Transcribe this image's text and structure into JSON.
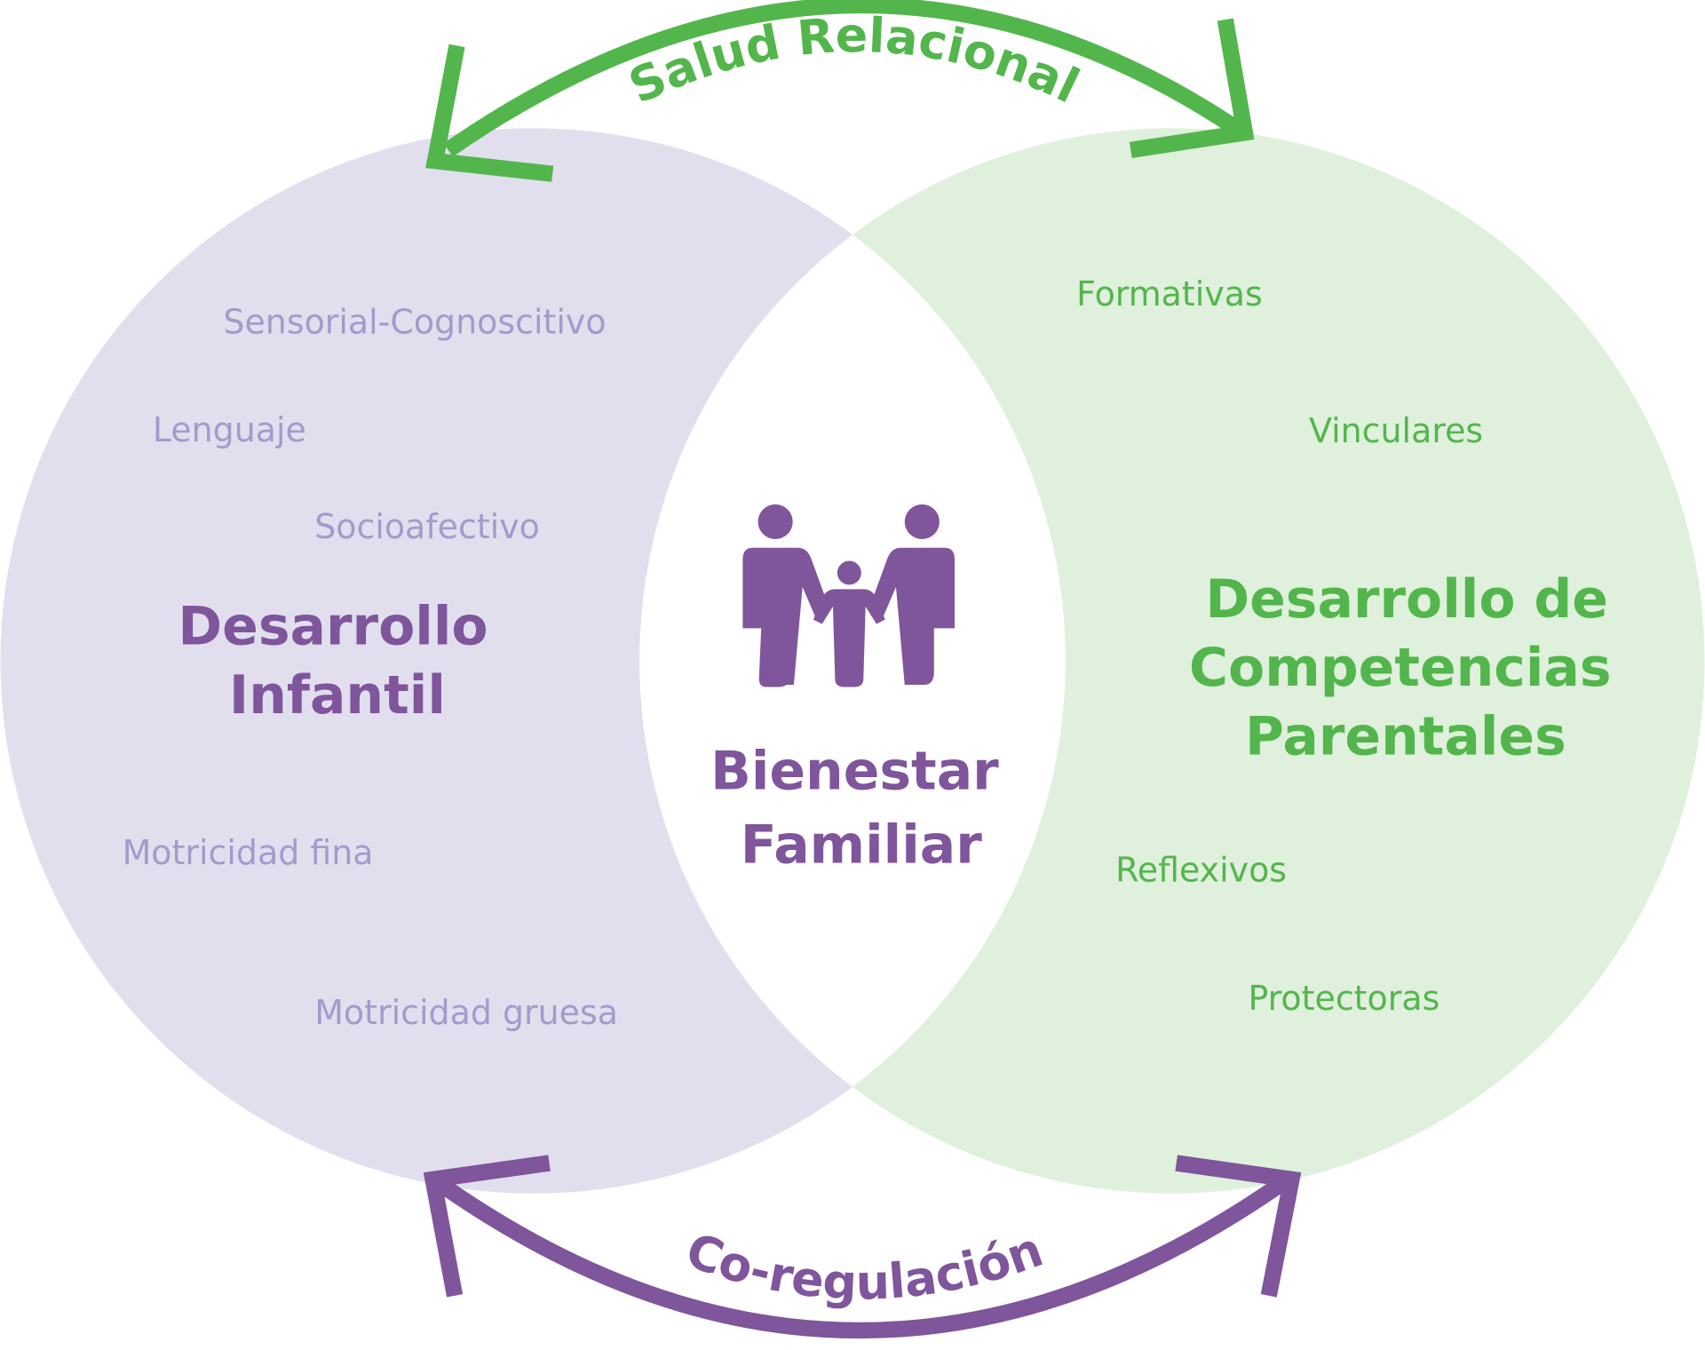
{
  "colors": {
    "left_fill": "#e1dfee",
    "right_fill": "#dff0dc",
    "purple": "#7f559b",
    "green": "#53b64c",
    "light_purple_text": "#a39bcb"
  },
  "top_arrow": {
    "label": "Salud Relacional"
  },
  "bottom_arrow": {
    "label": "Co-regulación"
  },
  "left_circle": {
    "title_line1": "Desarrollo",
    "title_line2": "Infantil",
    "items": [
      "Sensorial-Cognoscitivo",
      "Lenguaje",
      "Socioafectivo",
      "Motricidad fina",
      "Motricidad gruesa"
    ]
  },
  "right_circle": {
    "title_line1": "Desarrollo de",
    "title_line2": "Competencias",
    "title_line3": "Parentales",
    "items": [
      "Formativas",
      "Vinculares",
      "Reflexivos",
      "Protectoras"
    ]
  },
  "center": {
    "icon": "family-icon",
    "title_line1": "Bienestar",
    "title_line2": "Familiar"
  }
}
